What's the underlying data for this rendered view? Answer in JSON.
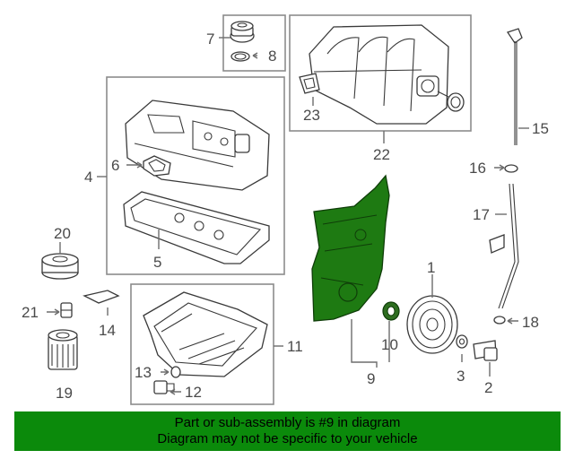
{
  "callouts": {
    "c1": "1",
    "c2": "2",
    "c3": "3",
    "c4": "4",
    "c5": "5",
    "c6": "6",
    "c7": "7",
    "c8": "8",
    "c9": "9",
    "c10": "10",
    "c11": "11",
    "c12": "12",
    "c13": "13",
    "c14": "14",
    "c15": "15",
    "c16": "16",
    "c17": "17",
    "c18": "18",
    "c19": "19",
    "c20": "20",
    "c21": "21",
    "c22": "22",
    "c23": "23"
  },
  "highlighted_part": "9",
  "highlight_color": "#1e7a12",
  "banner": {
    "line1": "Part or sub-assembly is #9 in diagram",
    "line2": "Diagram may not be specific to your vehicle",
    "background": "#0b8a0b"
  }
}
